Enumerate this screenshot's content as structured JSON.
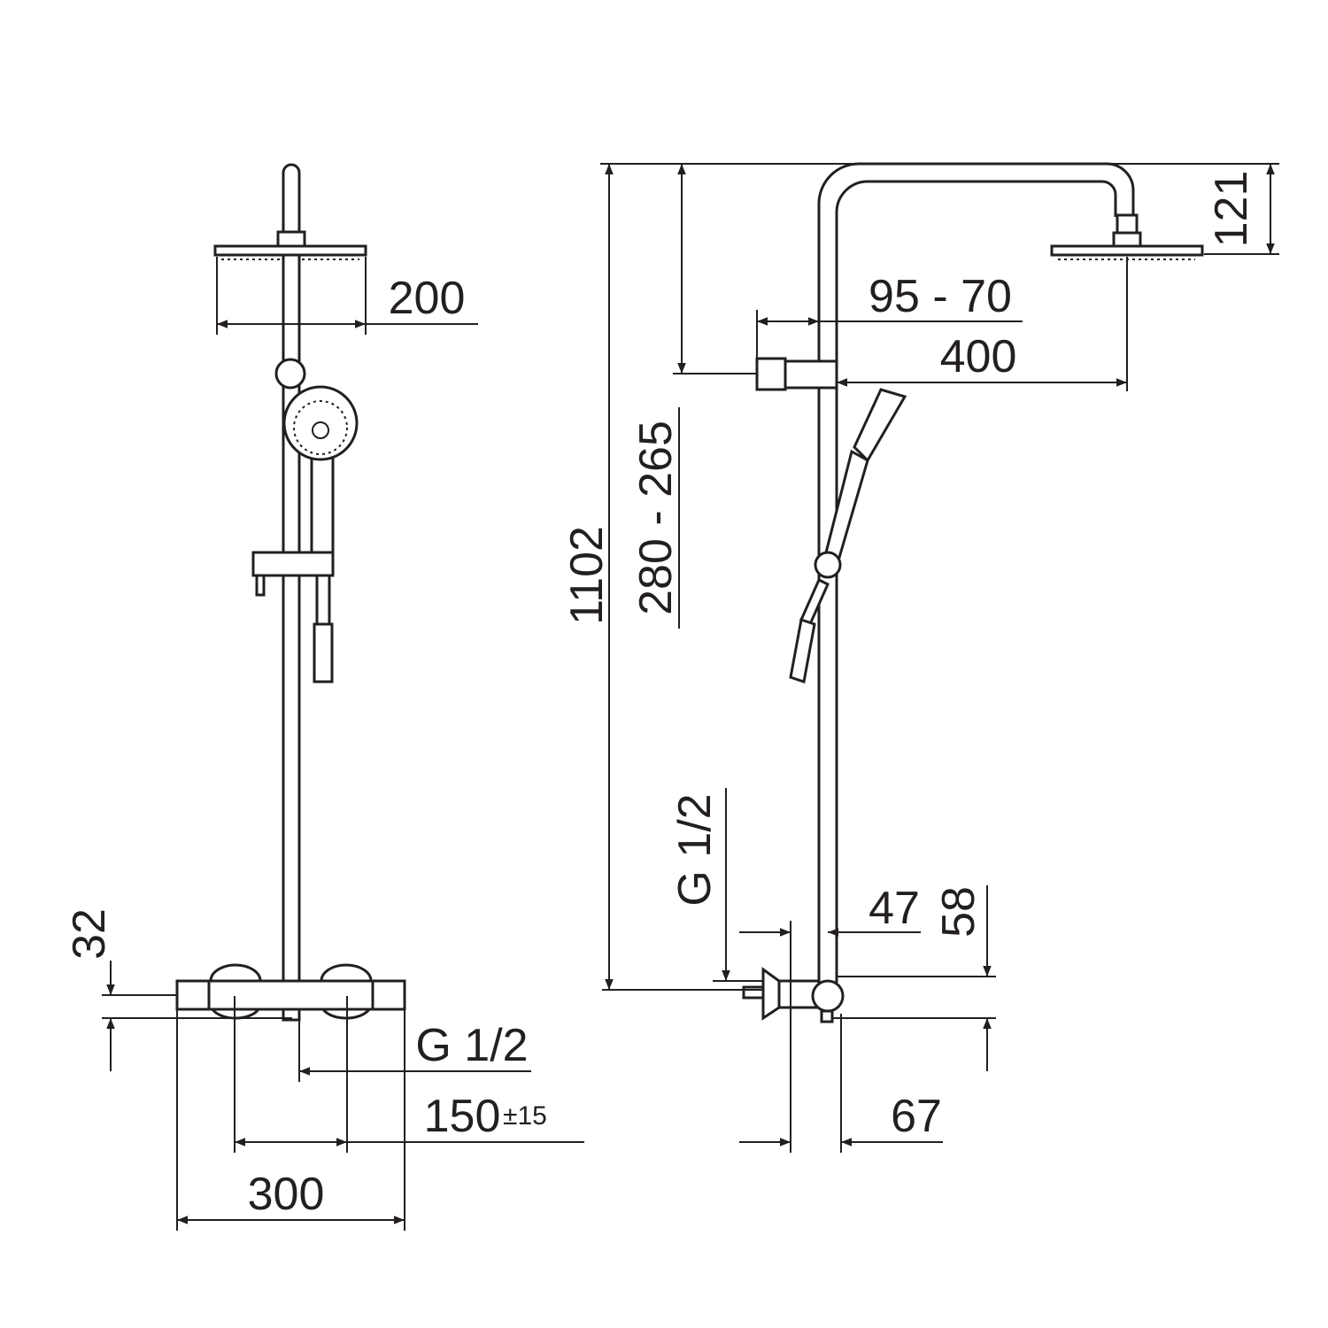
{
  "title": "Shower system dimension drawing",
  "front_view": {
    "head_width": "200",
    "thermostat_height": "32",
    "inlet_thread": "G 1/2",
    "inlet_spacing": "150",
    "inlet_tolerance": "±15",
    "overall_width": "300"
  },
  "side_view": {
    "total_height": "1102",
    "head_drop": "121",
    "holder_offset": "95 - 70",
    "arm_projection": "400",
    "holder_distance": "280 - 265",
    "inlet_thread": "G 1/2",
    "wall_distance": "47",
    "connection_height": "58",
    "body_depth": "67"
  },
  "colors": {
    "line": "#231f20",
    "background": "#ffffff"
  }
}
